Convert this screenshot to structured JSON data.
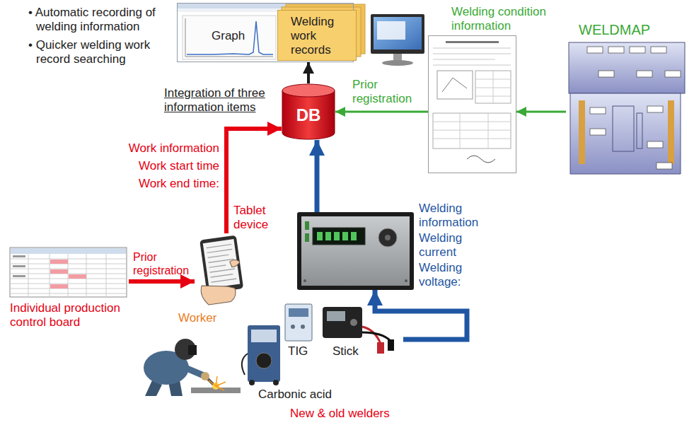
{
  "diagram": {
    "nodes": [
      {
        "text": [
          "Graph"
        ]
      },
      {
        "text": [
          "Welding work records"
        ]
      },
      {
        "text": [
          "DB"
        ]
      },
      {
        "text": [
          "Welding condition information"
        ]
      },
      {
        "text": [
          "WELDMAP"
        ]
      },
      {
        "text": [
          "Individual production control board"
        ]
      },
      {
        "text": [
          "Tablet device"
        ]
      },
      {
        "text": [
          "Welding information",
          "Welding current",
          "Welding voltage:"
        ]
      },
      {
        "text": [
          "Worker"
        ]
      },
      {
        "text": [
          "Carbonic acid",
          "TIG",
          "Stick",
          "New & old welders"
        ]
      }
    ],
    "edges": [
      {
        "from": 2,
        "to": 0,
        "label": "Integration of three information items",
        "arrow": "to"
      },
      {
        "from": 3,
        "to": 2,
        "label": "Prior registration",
        "arrow": "to"
      },
      {
        "from": 4,
        "to": 3,
        "arrow": "to"
      },
      {
        "from": 5,
        "to": 6,
        "label": "Prior registration",
        "arrow": "to"
      },
      {
        "from": 6,
        "to": 2,
        "arrow": "to"
      },
      {
        "from": 7,
        "to": 2,
        "arrow": "to"
      },
      {
        "from": 9,
        "to": 7,
        "arrow": "to"
      }
    ],
    "labels": [
      "• Automatic recording of welding information",
      "• Quicker welding work record searching",
      "Work information",
      "Work start time",
      "Work end time:"
    ]
  }
}
